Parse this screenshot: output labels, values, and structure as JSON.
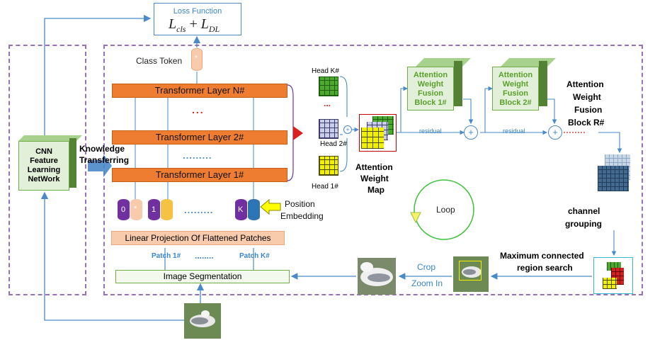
{
  "loss": {
    "title": "Loss Function",
    "formula": "L_cls + L_DL",
    "formula_main_1": "L",
    "formula_sub_1": "cls",
    "formula_plus": "+",
    "formula_main_2": "L",
    "formula_sub_2": "DL"
  },
  "class_token": "Class Token",
  "cnn_box": "CNN Feature Learning NetWork",
  "cnn_lines": [
    "CNN",
    "Feature",
    "Learning",
    "NetWork"
  ],
  "knowledge_transfer": [
    "Knowledge",
    "Transferring"
  ],
  "transformer_layers": [
    "Transformer Layer N#",
    "Transformer Layer 2#",
    "Transformer Layer 1#"
  ],
  "dots_red": "...",
  "dots_blue": ".........",
  "tokens": [
    "0",
    "*",
    "1",
    "K"
  ],
  "position_embedding": [
    "Position",
    "Embedding"
  ],
  "linear_projection": "Linear Projection Of Flattened Patches",
  "patch_first": "Patch 1#",
  "patch_dots": "........",
  "patch_last": "Patch K#",
  "image_segmentation": "Image Segmentation",
  "heads": [
    "Head K#",
    "Head 2#",
    "Head 1#"
  ],
  "attention_weight_map": [
    "Attention",
    "Weight",
    "Map"
  ],
  "fusion_block_1": [
    "Attention",
    "Weight",
    "Fusion",
    "Block 1#"
  ],
  "fusion_block_2": [
    "Attention",
    "Weight",
    "Fusion",
    "Block 2#"
  ],
  "fusion_block_r": [
    "Attention",
    "Weight",
    "Fusion",
    "Block R#"
  ],
  "residual_1": "residual",
  "residual_2": "residual",
  "loop": "Loop",
  "channel_grouping": [
    "channel",
    "grouping"
  ],
  "max_region_search": [
    "Maximum connected",
    "region search"
  ],
  "crop": "Crop",
  "zoom_in": "Zoom In",
  "colors": {
    "layer_orange": "#ee7d31",
    "dashed_purple": "#9673b9",
    "arrow_blue": "#4a8ac8",
    "fusion_green": "#70ad47",
    "token_purple": "#7030a0",
    "token_yellow": "#f5c244",
    "token_blue": "#2e75b6",
    "projection_peach": "#f8cbad"
  }
}
